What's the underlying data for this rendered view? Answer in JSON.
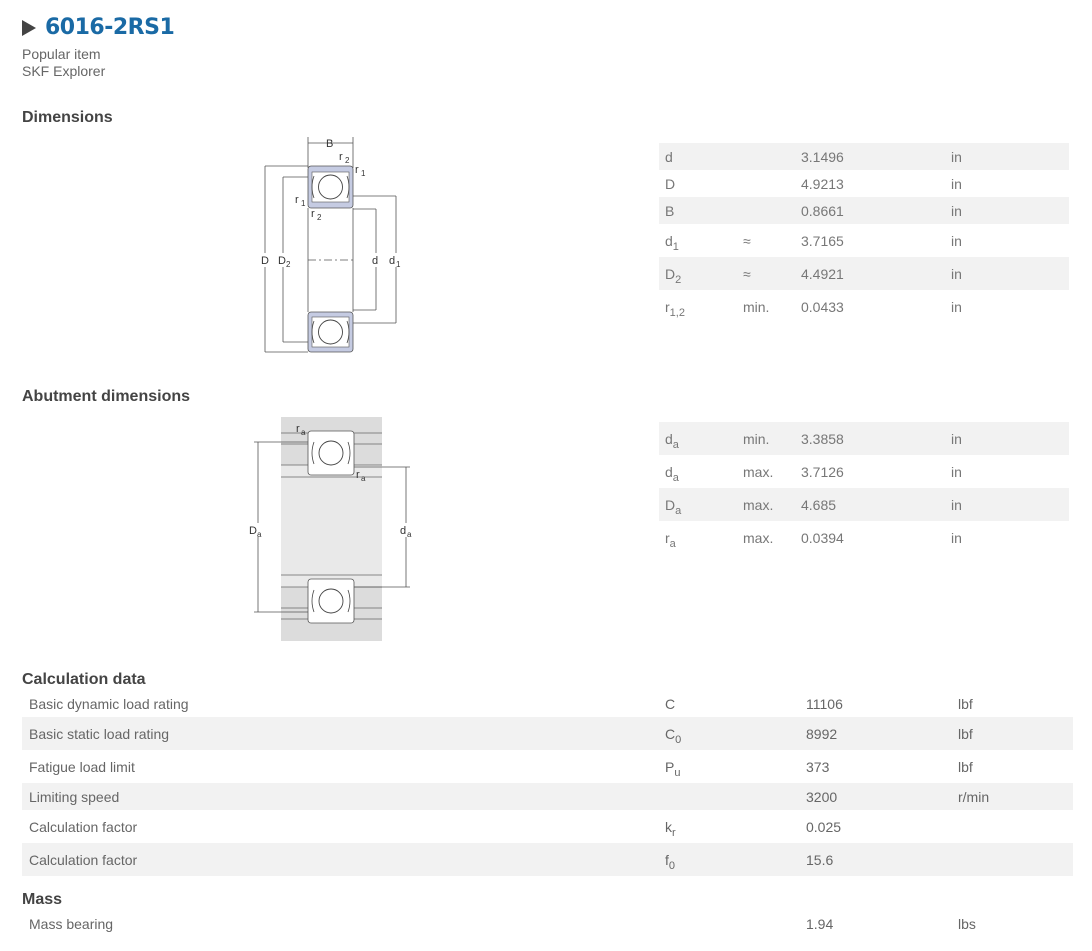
{
  "header": {
    "title": "6016-2RS1",
    "line1": "Popular item",
    "line2": "SKF Explorer"
  },
  "dimensions": {
    "heading": "Dimensions",
    "diagram_labels": {
      "B": "B",
      "r2": "r",
      "r2_sub": "2",
      "r1": "r",
      "r1_sub": "1",
      "D": "D",
      "D2": "D",
      "D2_sub": "2",
      "d": "d",
      "d1": "d",
      "d1_sub": "1"
    },
    "rows": [
      {
        "sym": "d",
        "sub": "",
        "q": "",
        "value": "3.1496",
        "unit": "in"
      },
      {
        "sym": "D",
        "sub": "",
        "q": "",
        "value": "4.9213",
        "unit": "in"
      },
      {
        "sym": "B",
        "sub": "",
        "q": "",
        "value": "0.8661",
        "unit": "in"
      },
      {
        "sym": "d",
        "sub": "1",
        "q": "≈",
        "value": "3.7165",
        "unit": "in"
      },
      {
        "sym": "D",
        "sub": "2",
        "q": "≈",
        "value": "4.4921",
        "unit": "in"
      },
      {
        "sym": "r",
        "sub": "1,2",
        "q": "min.",
        "value": "0.0433",
        "unit": "in"
      }
    ]
  },
  "abutment": {
    "heading": "Abutment dimensions",
    "diagram_labels": {
      "ra": "r",
      "ra_sub": "a",
      "Da": "D",
      "Da_sub": "a",
      "da": "d",
      "da_sub": "a"
    },
    "rows": [
      {
        "sym": "d",
        "sub": "a",
        "q": "min.",
        "value": "3.3858",
        "unit": "in"
      },
      {
        "sym": "d",
        "sub": "a",
        "q": "max.",
        "value": "3.7126",
        "unit": "in"
      },
      {
        "sym": "D",
        "sub": "a",
        "q": "max.",
        "value": "4.685",
        "unit": "in"
      },
      {
        "sym": "r",
        "sub": "a",
        "q": "max.",
        "value": "0.0394",
        "unit": "in"
      }
    ]
  },
  "calculation": {
    "heading": "Calculation data",
    "rows": [
      {
        "name": "Basic dynamic load rating",
        "sym": "C",
        "sub": "",
        "value": "11106",
        "unit": "lbf"
      },
      {
        "name": "Basic static load rating",
        "sym": "C",
        "sub": "0",
        "value": "8992",
        "unit": "lbf"
      },
      {
        "name": "Fatigue load limit",
        "sym": "P",
        "sub": "u",
        "value": "373",
        "unit": "lbf"
      },
      {
        "name": "Limiting speed",
        "sym": "",
        "sub": "",
        "value": "3200",
        "unit": "r/min"
      },
      {
        "name": "Calculation factor",
        "sym": "k",
        "sub": "r",
        "value": "0.025",
        "unit": ""
      },
      {
        "name": "Calculation factor",
        "sym": "f",
        "sub": "0",
        "value": "15.6",
        "unit": ""
      }
    ]
  },
  "mass": {
    "heading": "Mass",
    "rows": [
      {
        "name": "Mass bearing",
        "sym": "",
        "sub": "",
        "value": "1.94",
        "unit": "lbs"
      }
    ]
  }
}
